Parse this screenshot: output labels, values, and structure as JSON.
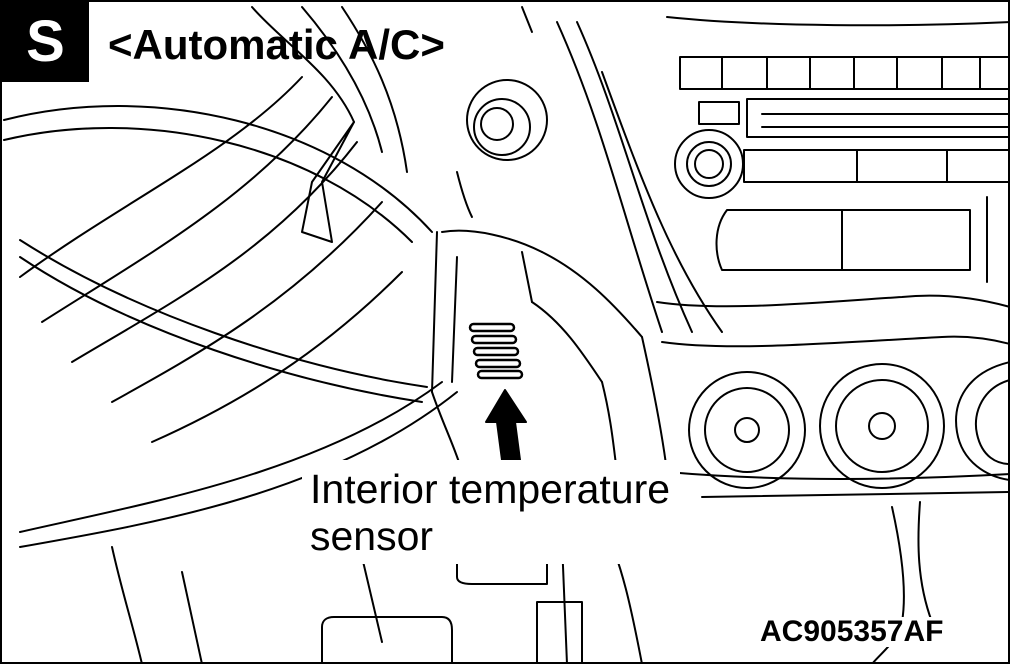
{
  "header": {
    "section_badge": "S",
    "title": "<Automatic A/C>"
  },
  "callout": {
    "line1": "Interior temperature",
    "line2": "sensor"
  },
  "figure_id": "AC905357AF"
}
